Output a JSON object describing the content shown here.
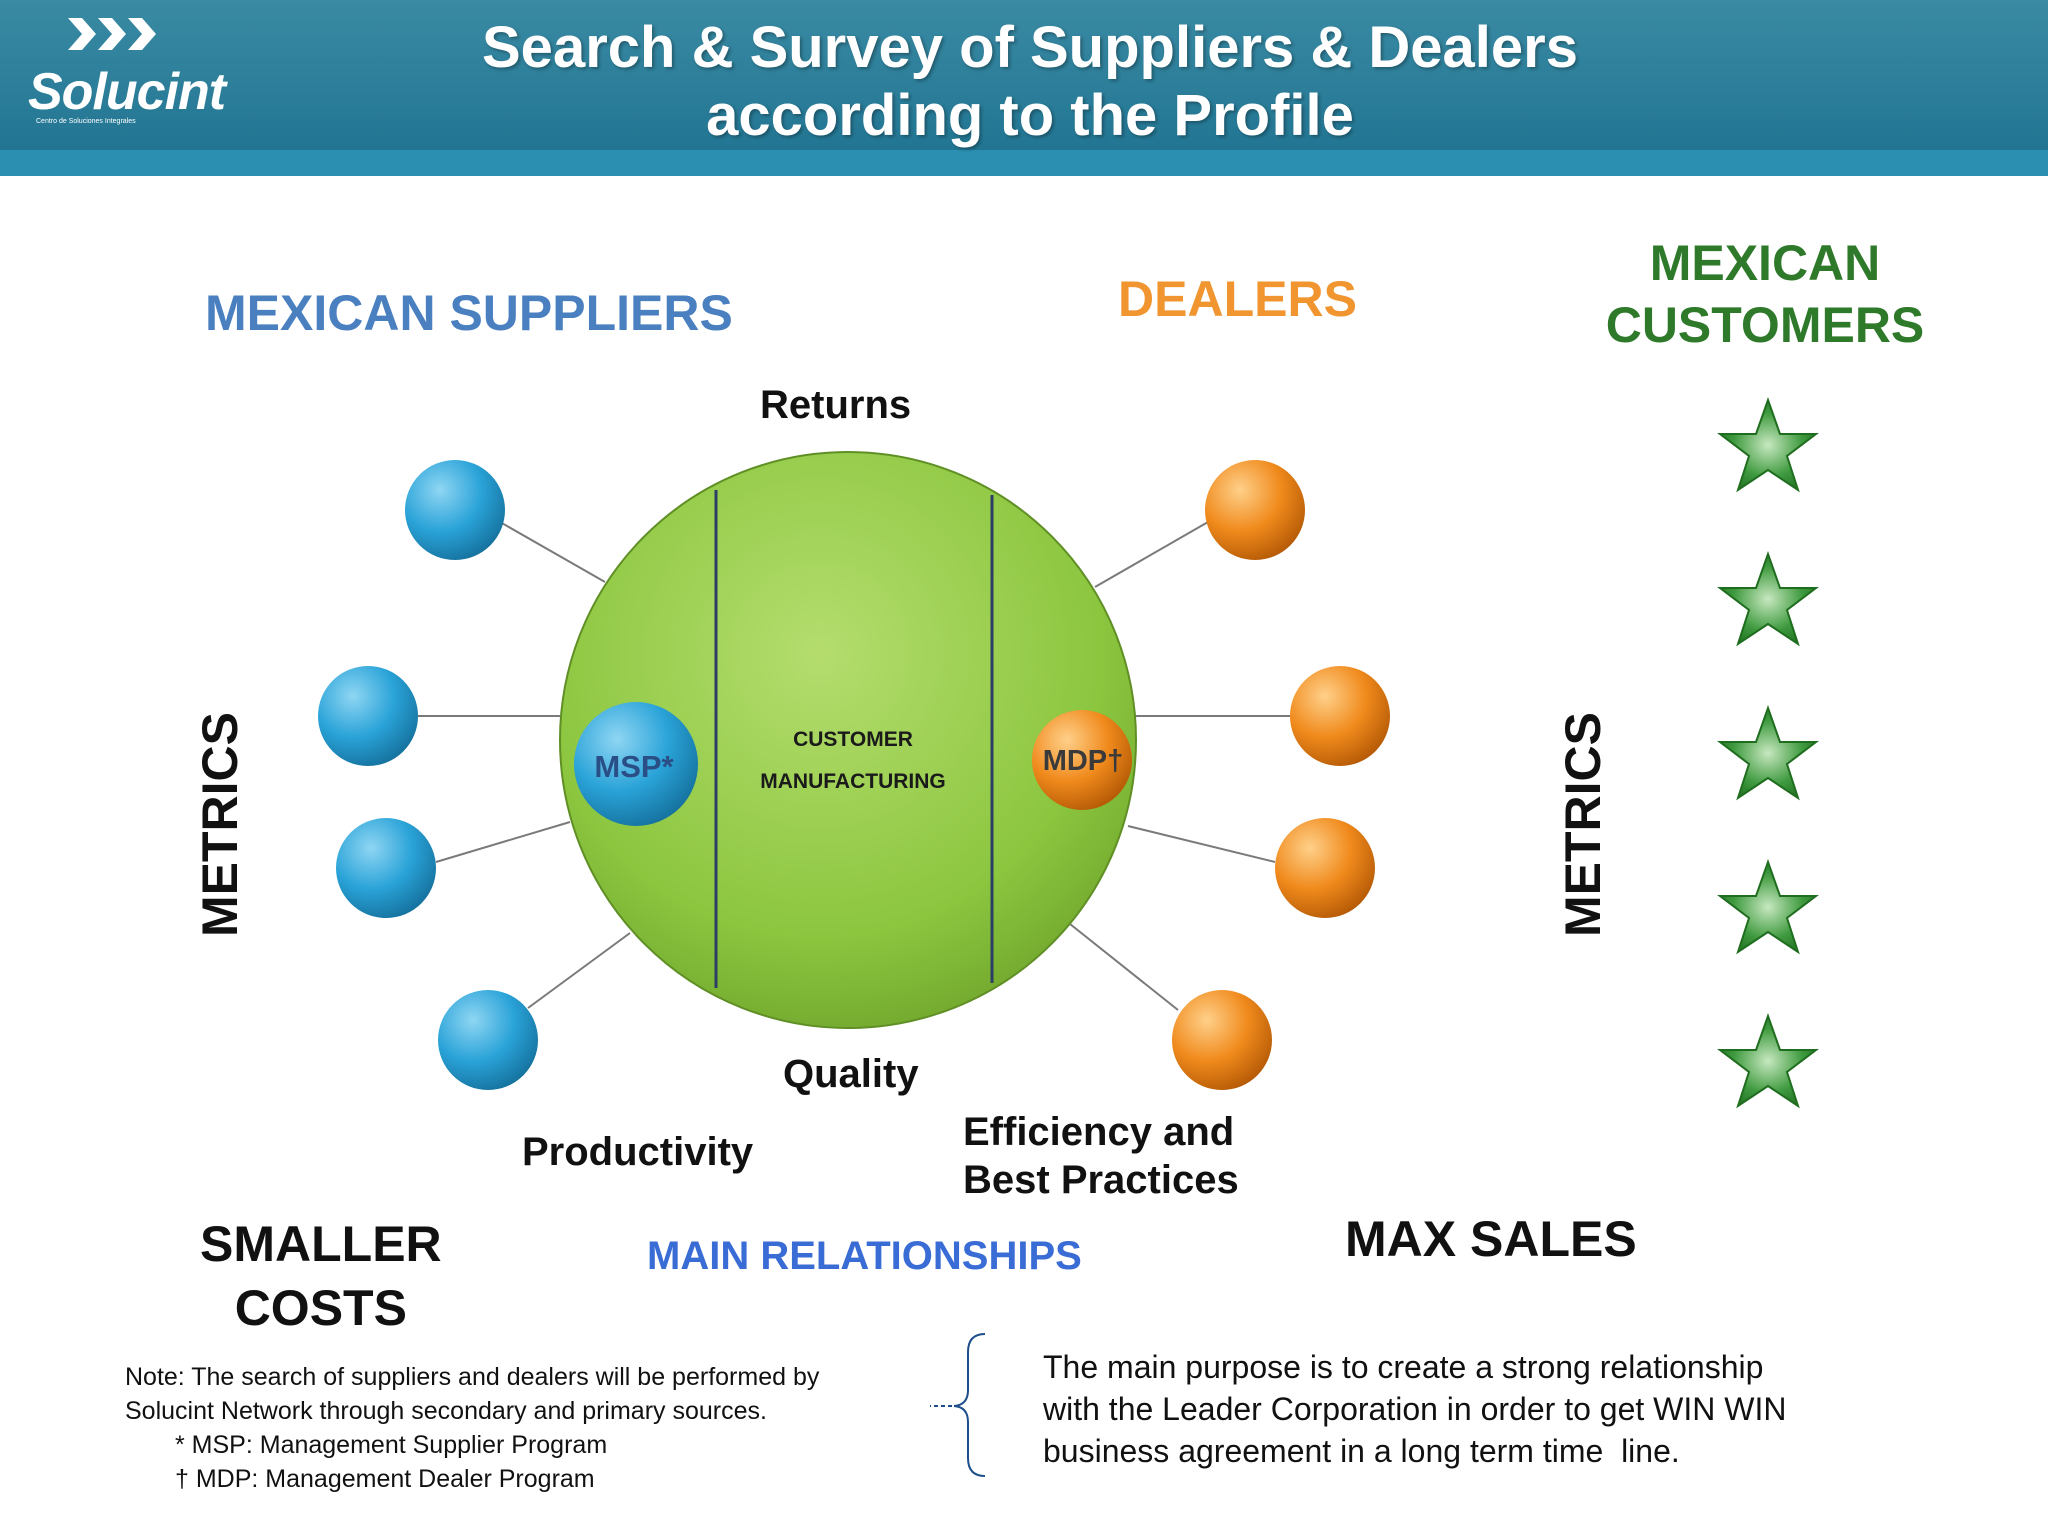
{
  "header": {
    "logo_text": "Solucint",
    "logo_tagline": "Centro de Soluciones Integrales",
    "title_line1": "Search & Survey of Suppliers & Dealers",
    "title_line2": "according to the Profile"
  },
  "sections": {
    "suppliers": "MEXICAN SUPPLIERS",
    "dealers": "DEALERS",
    "customers_line1": "MEXICAN",
    "customers_line2": "CUSTOMERS"
  },
  "center": {
    "line1": "CUSTOMER",
    "line2": "MANUFACTURING",
    "msp": "MSP*",
    "mdp": "MDP†"
  },
  "axis_labels": {
    "returns": "Returns",
    "quality": "Quality",
    "productivity": "Productivity",
    "efficiency_line1": "Efficiency and",
    "efficiency_line2": "Best Practices"
  },
  "metrics_left": "METRICS",
  "metrics_right": "METRICS",
  "outcomes": {
    "smaller_costs_line1": "SMALLER",
    "smaller_costs_line2": "COSTS",
    "main_relationships": "MAIN RELATIONSHIPS",
    "max_sales": "MAX SALES"
  },
  "note": {
    "line1": "Note: The search of suppliers and dealers will be performed by",
    "line2": "Solucint Network through secondary and primary sources.",
    "line3": "* MSP: Management Supplier Program",
    "line4": "† MDP: Management Dealer Program"
  },
  "purpose": {
    "line1": "The main purpose is to create a strong relationship",
    "line2": "with the Leader Corporation in order to get WIN WIN",
    "line3": "business agreement in a long term time  line."
  },
  "colors": {
    "header": "#1e7290",
    "supplier_node": "#2aa3d8",
    "dealer_node": "#f08a1c",
    "center": "#8cc63f",
    "star": "#2e8a2e"
  },
  "icons": {
    "logo": "triple-chevron-icon",
    "customer": "star-icon"
  }
}
